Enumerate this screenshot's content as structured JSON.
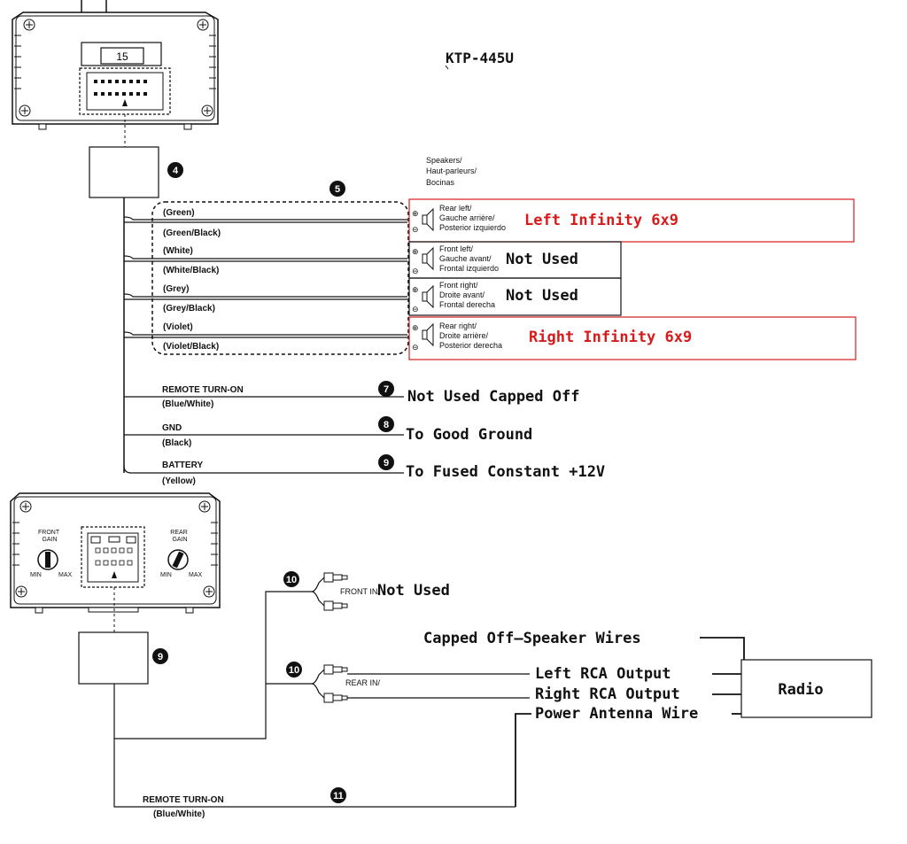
{
  "model": "KTP-445U",
  "fuse_rating": "15",
  "callouts": {
    "n4": "4",
    "n5": "5",
    "n7": "7",
    "n8": "8",
    "n9_top": "9",
    "n9_box": "9",
    "n10_front": "10",
    "n10_rear": "10",
    "n11": "11"
  },
  "speakers_heading": [
    "Speakers/",
    "Haut-parleurs/",
    "Bocinas"
  ],
  "wires": {
    "green": "(Green)",
    "green_black": "(Green/Black)",
    "white": "(White)",
    "white_black": "(White/Black)",
    "grey": "(Grey)",
    "grey_black": "(Grey/Black)",
    "violet": "(Violet)",
    "violet_black": "(Violet/Black)",
    "remote_turn_on": "REMOTE TURN-ON",
    "remote_color": "(Blue/White)",
    "gnd": "GND",
    "gnd_color": "(Black)",
    "battery": "BATTERY",
    "battery_color": "(Yellow)",
    "remote_turn_on_bottom": "REMOTE TURN-ON",
    "remote_color_bottom": "(Blue/White)"
  },
  "speakers": {
    "rear_left": [
      "Rear left/",
      "Gauche arrière/",
      "Posterior izquierdo"
    ],
    "front_left": [
      "Front left/",
      "Gauche avant/",
      "Frontal izquierdo"
    ],
    "front_right": [
      "Front right/",
      "Droite avant/",
      "Frontal derecha"
    ],
    "rear_right": [
      "Rear right/",
      "Droite arrière/",
      "Posterior derecha"
    ],
    "plus": "⊕",
    "minus": "⊖"
  },
  "annotations": {
    "rear_left": "Left Infinity 6x9",
    "front_left": "Not Used",
    "front_right": "Not Used",
    "rear_right": "Right Infinity 6x9",
    "remote": "Not Used Capped Off",
    "gnd": "To Good Ground",
    "battery": "To Fused Constant +12V",
    "front_in": "Not Used",
    "speaker_wires": "Capped Off—Speaker Wires",
    "left_rca": "Left RCA Output",
    "right_rca": "Right RCA Output",
    "power_antenna": "Power Antenna Wire"
  },
  "amp_panel": {
    "front_gain": [
      "FRONT",
      "GAIN"
    ],
    "rear_gain": [
      "REAR",
      "GAIN"
    ],
    "min": "MIN",
    "max": "MAX"
  },
  "inputs": {
    "front_in": "FRONT IN/",
    "rear_in": "REAR IN/"
  },
  "radio": "Radio",
  "colors": {
    "annotation_red": "#d71a1a",
    "line": "#111111"
  }
}
